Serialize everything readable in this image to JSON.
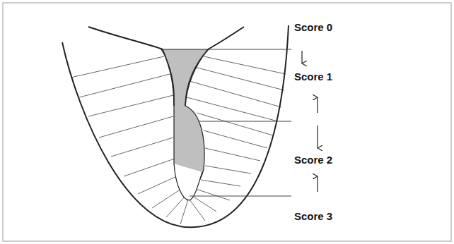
{
  "diagram": {
    "labels": [
      "Score 0",
      "Score 1",
      "Score 2",
      "Score 3"
    ]
  }
}
